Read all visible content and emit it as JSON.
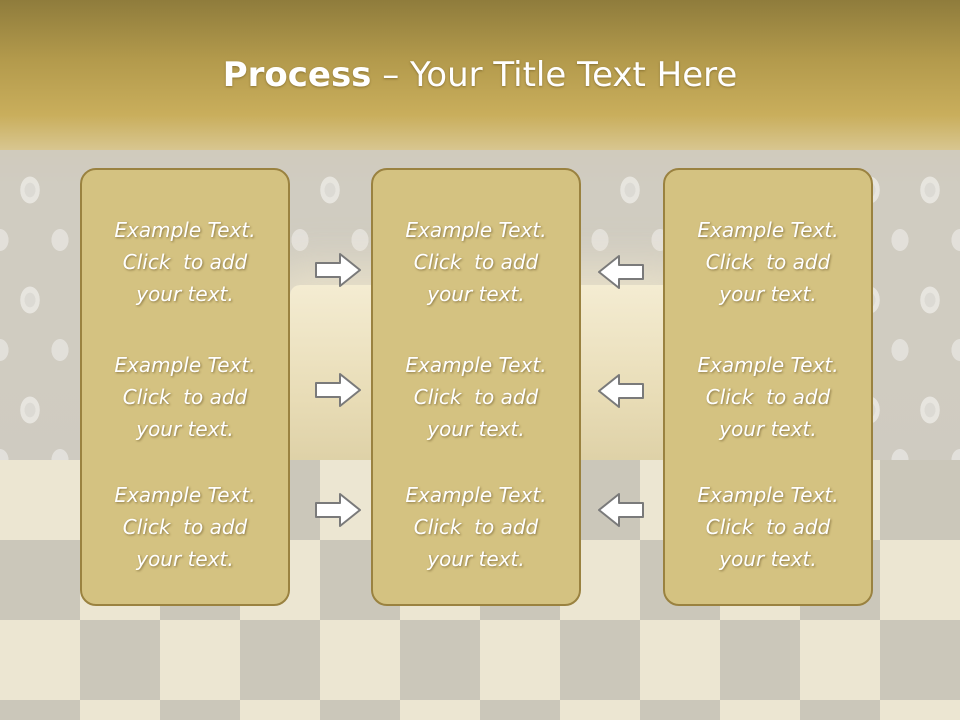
{
  "slide": {
    "title_bold": "Process",
    "title_rest": " – Your Title Text Here"
  },
  "columns": [
    {
      "items": [
        {
          "line1": "Example Text.",
          "line2": "Click  to add",
          "line3": "your text."
        },
        {
          "line1": "Example Text.",
          "line2": "Click  to add",
          "line3": "your text."
        },
        {
          "line1": "Example Text.",
          "line2": "Click  to add",
          "line3": "your text."
        }
      ]
    },
    {
      "items": [
        {
          "line1": "Example Text.",
          "line2": "Click  to add",
          "line3": "your text."
        },
        {
          "line1": "Example Text.",
          "line2": "Click  to add",
          "line3": "your text."
        },
        {
          "line1": "Example Text.",
          "line2": "Click  to add",
          "line3": "your text."
        }
      ]
    },
    {
      "items": [
        {
          "line1": "Example Text.",
          "line2": "Click  to add",
          "line3": "your text."
        },
        {
          "line1": "Example Text.",
          "line2": "Click  to add",
          "line3": "your text."
        },
        {
          "line1": "Example Text.",
          "line2": "Click  to add",
          "line3": "your text."
        }
      ]
    }
  ],
  "arrows": {
    "left_group": "arrow-right-icon",
    "right_group": "arrow-left-icon"
  },
  "colors": {
    "box_fill": "#d4c281",
    "box_border": "#9a8240",
    "title_text": "#ffffff",
    "arrow_fill": "#ffffff",
    "arrow_stroke": "#7a7a7a"
  }
}
